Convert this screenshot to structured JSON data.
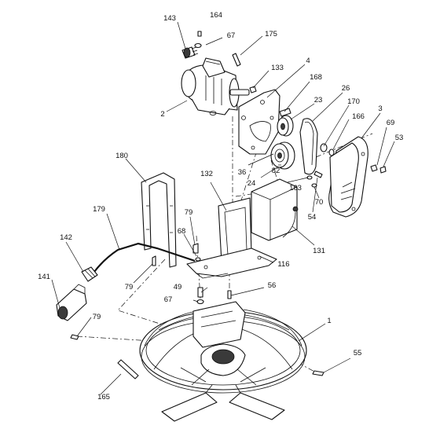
{
  "callouts": [
    {
      "id": "lbl-164",
      "text": "164"
    },
    {
      "id": "lbl-143",
      "text": "143"
    },
    {
      "id": "lbl-67a",
      "text": "67"
    },
    {
      "id": "lbl-175",
      "text": "175"
    },
    {
      "id": "lbl-133",
      "text": "133"
    },
    {
      "id": "lbl-4",
      "text": "4"
    },
    {
      "id": "lbl-168",
      "text": "168"
    },
    {
      "id": "lbl-2",
      "text": "2"
    },
    {
      "id": "lbl-23",
      "text": "23"
    },
    {
      "id": "lbl-26",
      "text": "26"
    },
    {
      "id": "lbl-170",
      "text": "170"
    },
    {
      "id": "lbl-3",
      "text": "3"
    },
    {
      "id": "lbl-166",
      "text": "166"
    },
    {
      "id": "lbl-69",
      "text": "69"
    },
    {
      "id": "lbl-53",
      "text": "53"
    },
    {
      "id": "lbl-180",
      "text": "180"
    },
    {
      "id": "lbl-36",
      "text": "36"
    },
    {
      "id": "lbl-82",
      "text": "82"
    },
    {
      "id": "lbl-24",
      "text": "24"
    },
    {
      "id": "lbl-163",
      "text": "163"
    },
    {
      "id": "lbl-132",
      "text": "132"
    },
    {
      "id": "lbl-70",
      "text": "70"
    },
    {
      "id": "lbl-179",
      "text": "179"
    },
    {
      "id": "lbl-79a",
      "text": "79"
    },
    {
      "id": "lbl-54",
      "text": "54"
    },
    {
      "id": "lbl-68",
      "text": "68"
    },
    {
      "id": "lbl-131",
      "text": "131"
    },
    {
      "id": "lbl-142",
      "text": "142"
    },
    {
      "id": "lbl-116",
      "text": "116"
    },
    {
      "id": "lbl-79b",
      "text": "79"
    },
    {
      "id": "lbl-141",
      "text": "141"
    },
    {
      "id": "lbl-49",
      "text": "49"
    },
    {
      "id": "lbl-56",
      "text": "56"
    },
    {
      "id": "lbl-67b",
      "text": "67"
    },
    {
      "id": "lbl-79c",
      "text": "79"
    },
    {
      "id": "lbl-1",
      "text": "1"
    },
    {
      "id": "lbl-55",
      "text": "55"
    },
    {
      "id": "lbl-165",
      "text": "165"
    }
  ]
}
